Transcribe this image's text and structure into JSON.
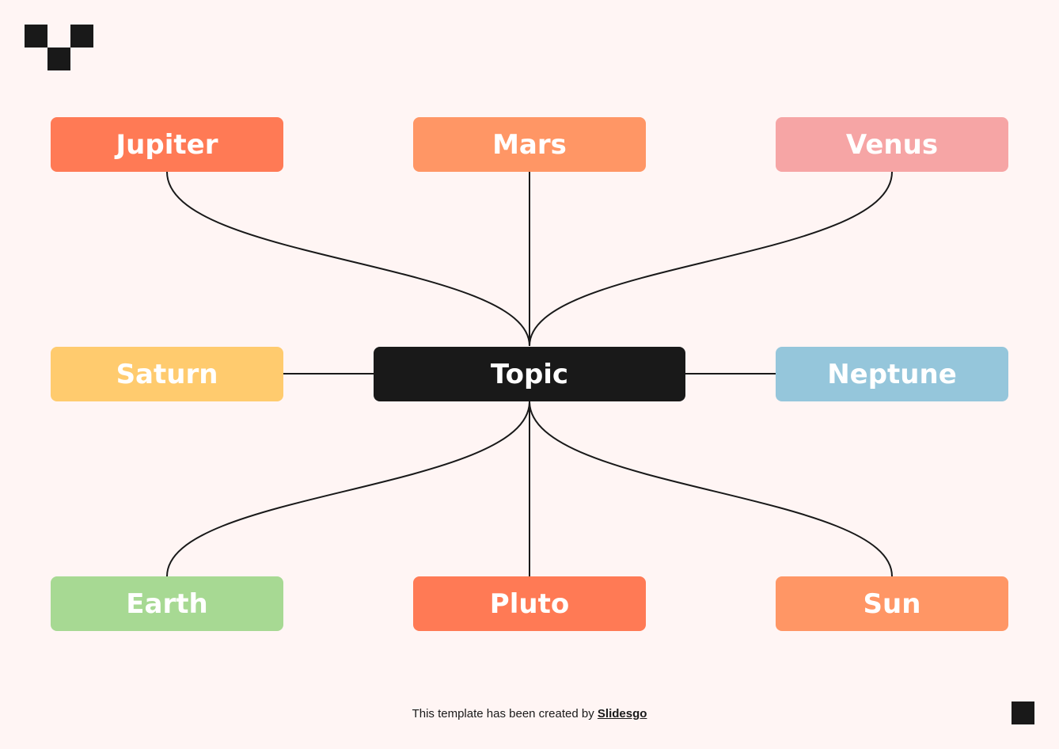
{
  "diagram": {
    "center": {
      "label": "Topic",
      "color": "#191919"
    },
    "nodes": [
      {
        "id": "jupiter",
        "label": "Jupiter",
        "color": "#ff7a55"
      },
      {
        "id": "mars",
        "label": "Mars",
        "color": "#ff9665"
      },
      {
        "id": "venus",
        "label": "Venus",
        "color": "#f6a5a5"
      },
      {
        "id": "saturn",
        "label": "Saturn",
        "color": "#ffcb6e"
      },
      {
        "id": "neptune",
        "label": "Neptune",
        "color": "#95c6db"
      },
      {
        "id": "earth",
        "label": "Earth",
        "color": "#a7d993"
      },
      {
        "id": "pluto",
        "label": "Pluto",
        "color": "#ff7a55"
      },
      {
        "id": "sun",
        "label": "Sun",
        "color": "#ff9665"
      }
    ]
  },
  "footer": {
    "prefix": "This template has been created by ",
    "link": "Slidesgo"
  },
  "colors": {
    "background": "#fff5f4",
    "line": "#191919"
  }
}
